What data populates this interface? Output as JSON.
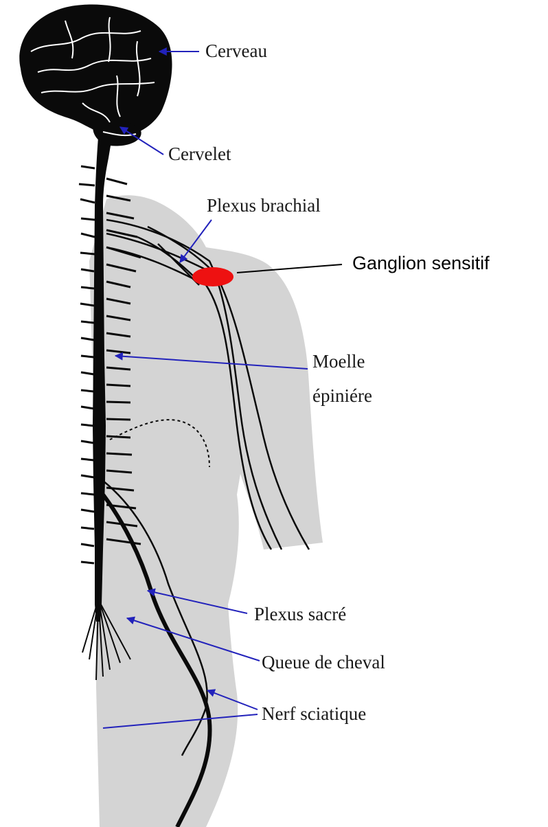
{
  "diagram": {
    "labels": {
      "brain": "Cerveau",
      "cerebellum": "Cervelet",
      "brachial_plexus": "Plexus brachial",
      "sensory_ganglion": "Ganglion sensitif",
      "spinal_cord_line1": "Moelle",
      "spinal_cord_line2": "épiniére",
      "sacral_plexus": "Plexus sacré",
      "cauda_equina": "Queue de cheval",
      "sciatic_nerve": "Nerf sciatique"
    },
    "colors": {
      "body_silhouette": "#d4d4d4",
      "nervous_tissue": "#0a0a0a",
      "pointer_arrow": "#2222bb",
      "ganglion_highlight": "#ee1111",
      "ganglion_pointer": "#000000"
    }
  }
}
